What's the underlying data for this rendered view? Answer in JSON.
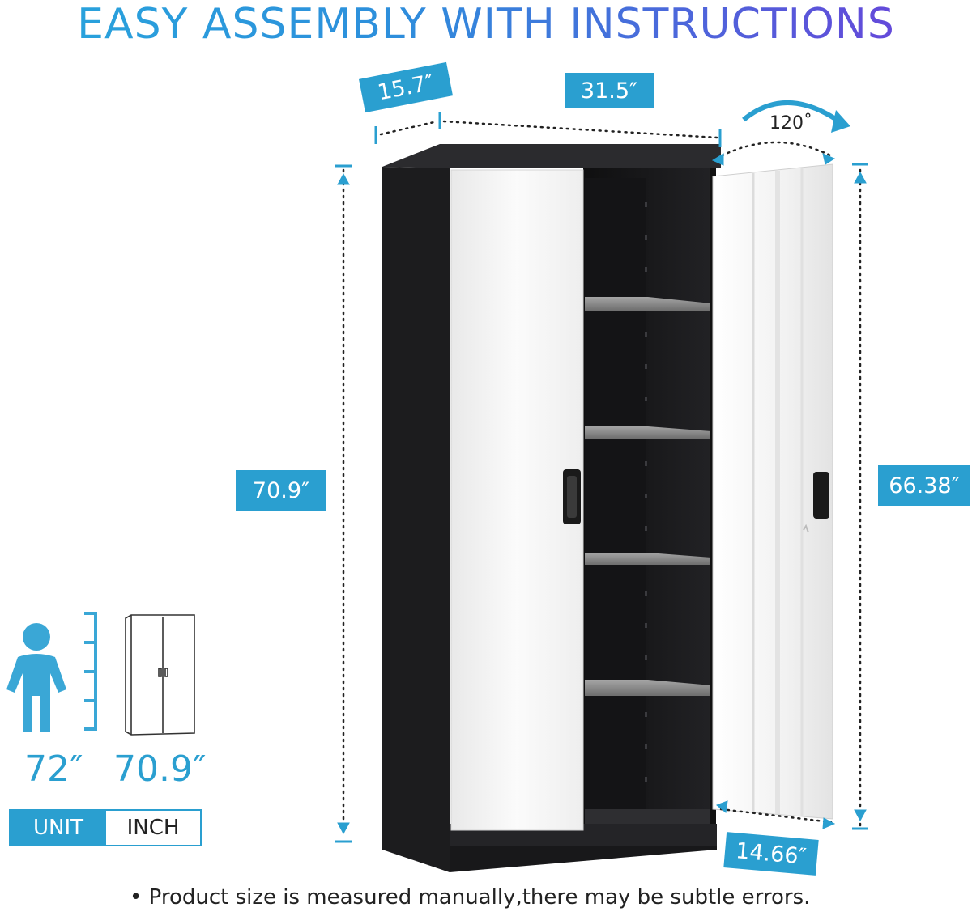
{
  "headline": "EASY ASSEMBLY WITH INSTRUCTIONS",
  "dimensions": {
    "depth": "15.7″",
    "width": "31.5″",
    "door_angle": "120˚",
    "height": "70.9″",
    "interior_height": "66.38″",
    "door_width": "14.66″"
  },
  "comparison": {
    "human_height": "72″",
    "cabinet_height": "70.9″",
    "unit_label": "UNIT",
    "unit_value": "INCH"
  },
  "note": "• Product size is measured manually,there may be subtle errors.",
  "colors": {
    "accent": "#2a9fd0",
    "cabinet_body": "#1c1c1e",
    "door": "#f4f4f4",
    "shelf": "#8a8a8a"
  }
}
